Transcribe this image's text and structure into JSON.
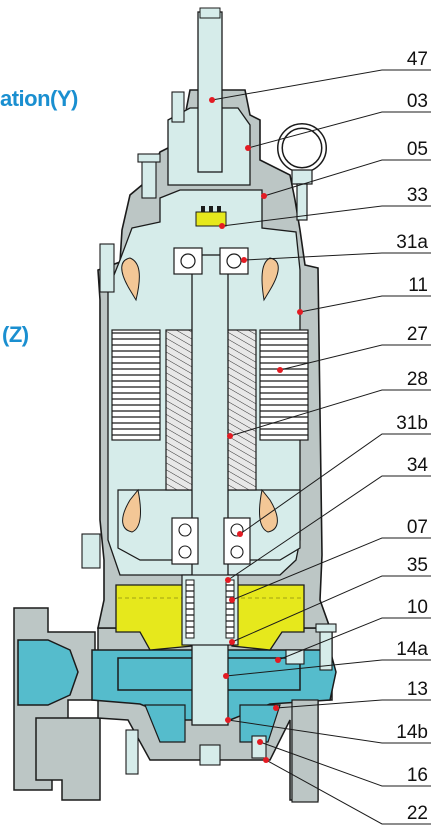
{
  "header_line_1": "ation(Y)",
  "header_line_2": "(Z)",
  "callout_labels": [
    "47",
    "03",
    "05",
    "33",
    "31a",
    "11",
    "27",
    "28",
    "31b",
    "34",
    "07",
    "35",
    "10",
    "14a",
    "13",
    "14b",
    "16",
    "22"
  ],
  "colors": {
    "casing": "#bcc6c5",
    "outline": "#1b1b1b",
    "interior": "#d6ecea",
    "oil": "#e6e81c",
    "impeller_water": "#55bccc",
    "winding_core": "#f3c796",
    "header_text": "#1a8fd0",
    "leader_dot": "#e31b23"
  }
}
